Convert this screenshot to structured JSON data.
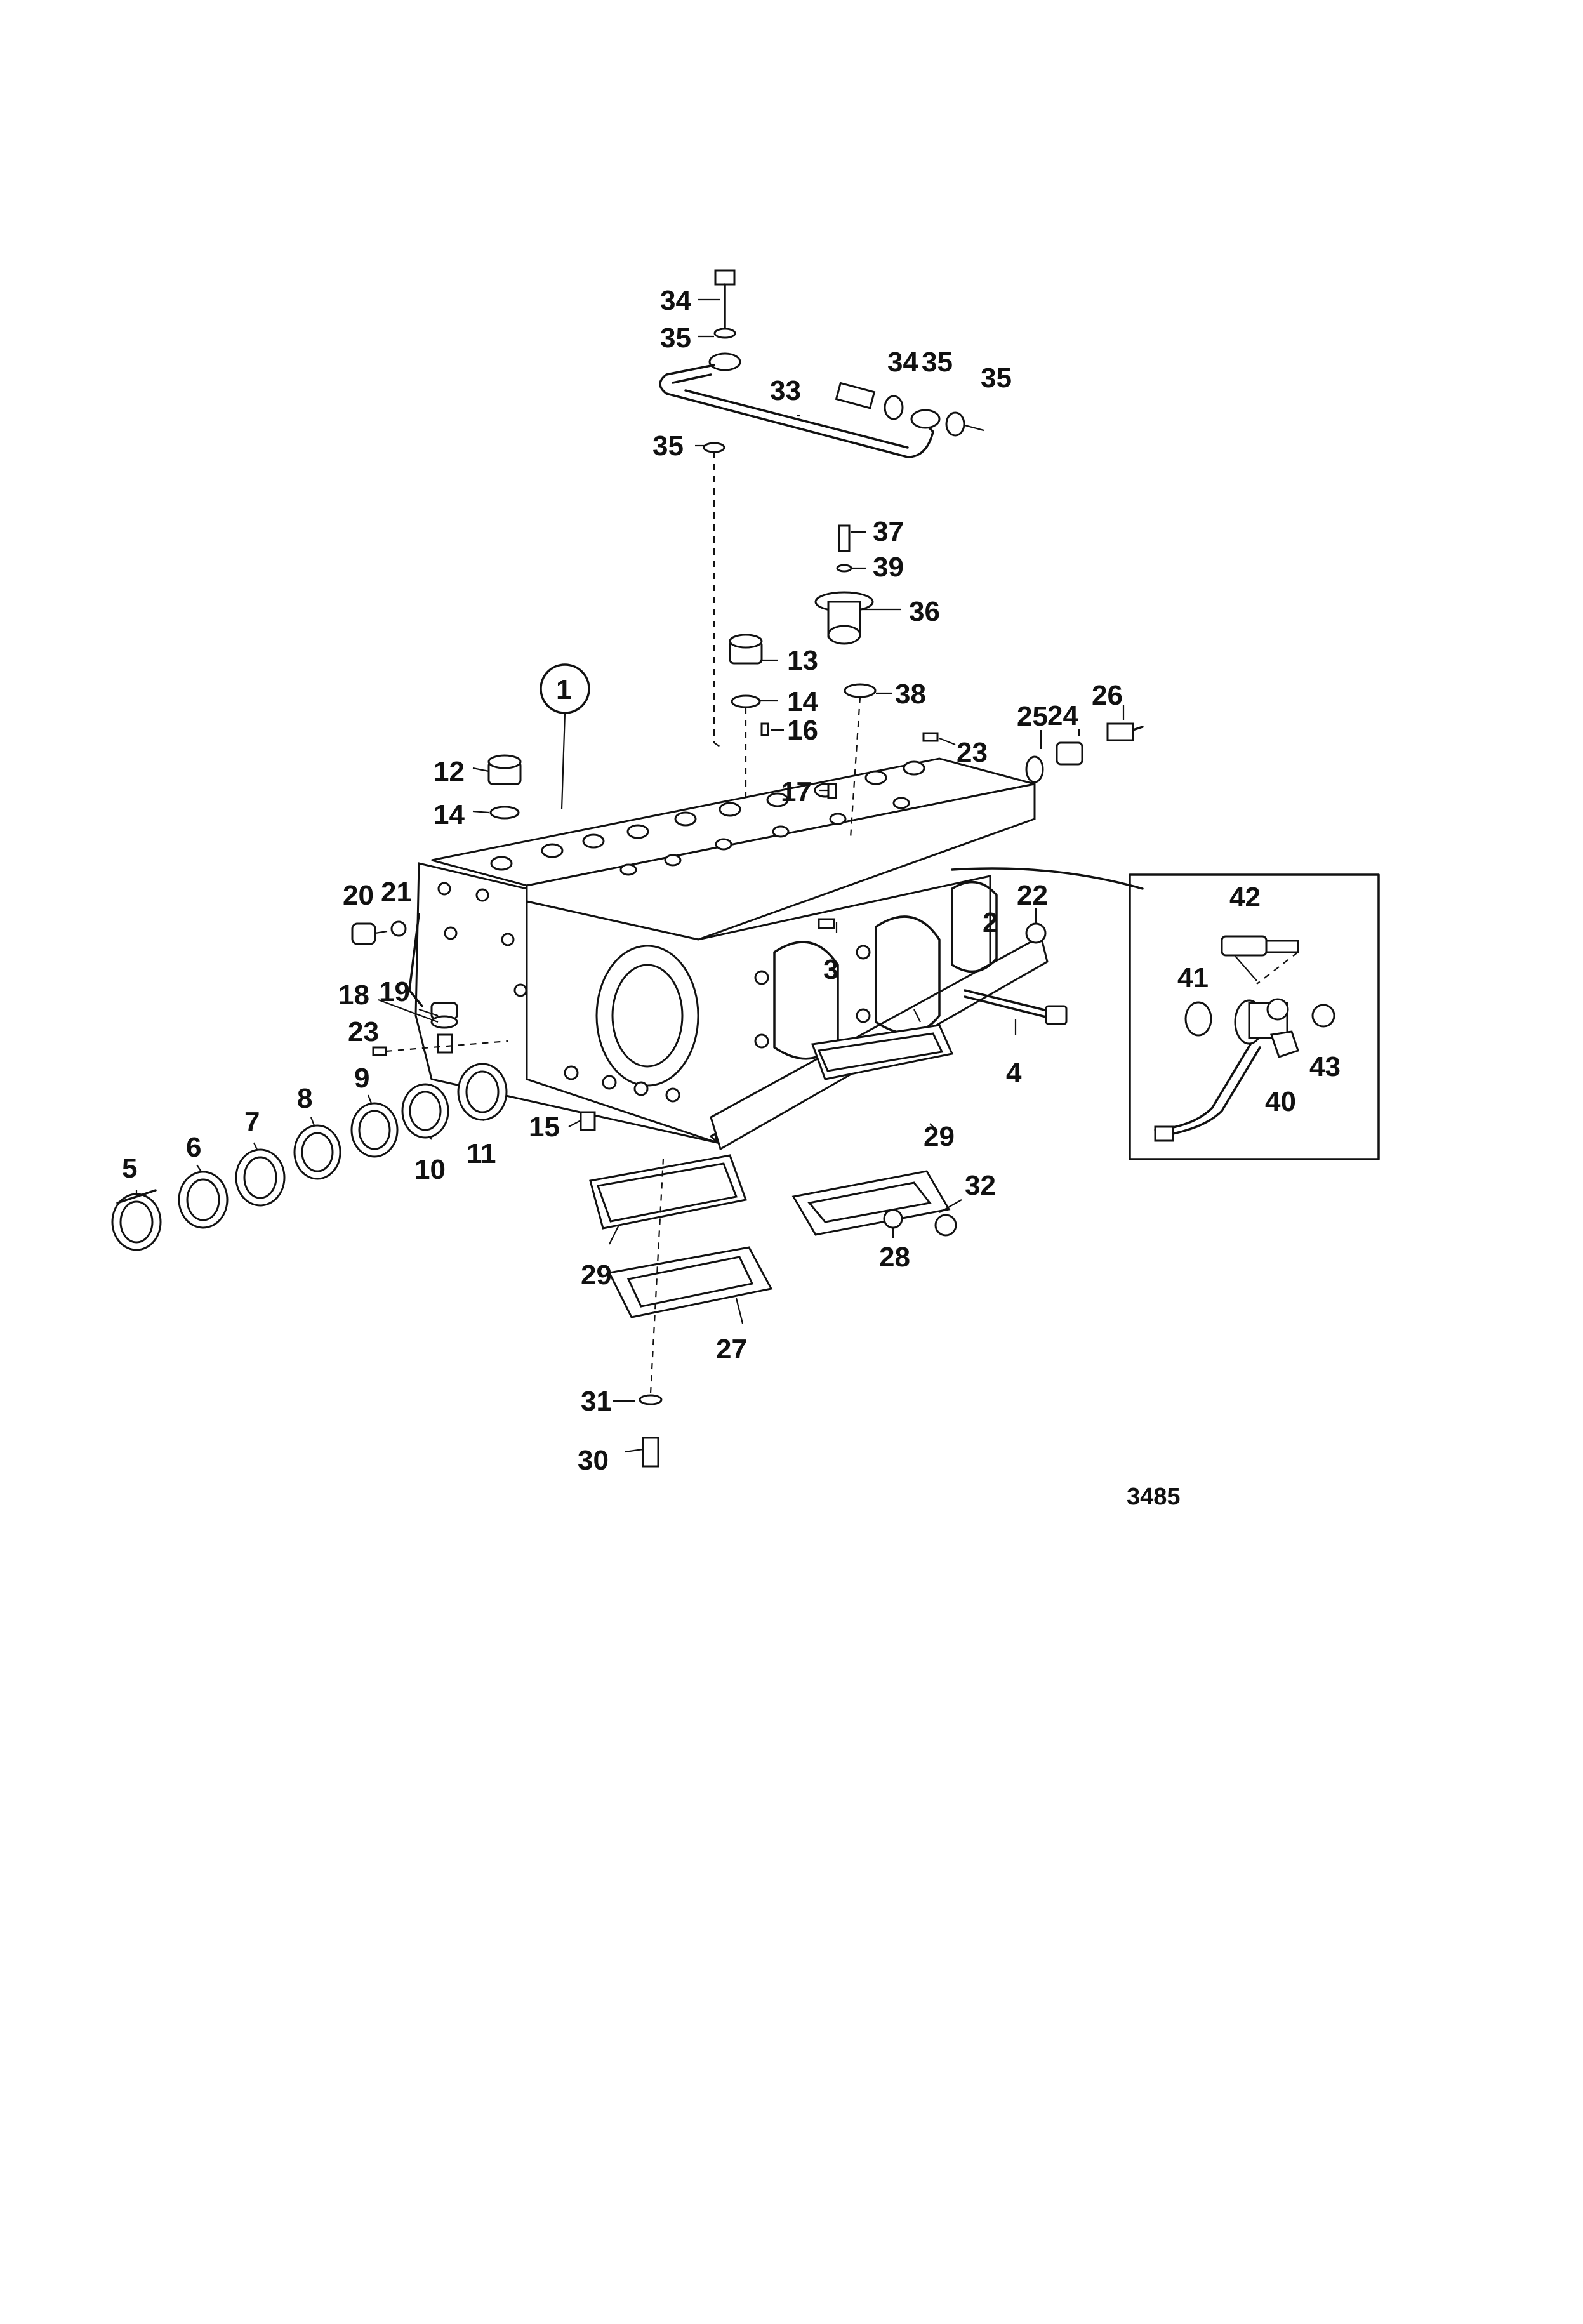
{
  "figure": {
    "reference_number": "3485",
    "main_callout": "1",
    "part_numbers": [
      "2",
      "3",
      "4",
      "5",
      "6",
      "7",
      "8",
      "9",
      "10",
      "11",
      "12",
      "13",
      "14",
      "14",
      "15",
      "16",
      "17",
      "18",
      "19",
      "20",
      "21",
      "22",
      "23",
      "23",
      "24",
      "25",
      "26",
      "27",
      "28",
      "29",
      "29",
      "30",
      "31",
      "32",
      "33",
      "34",
      "34",
      "35",
      "35",
      "35",
      "35",
      "36",
      "37",
      "38",
      "39",
      "40",
      "41",
      "42",
      "43"
    ]
  }
}
